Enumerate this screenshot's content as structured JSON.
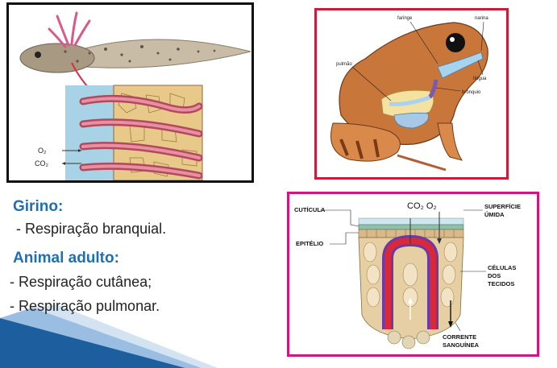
{
  "text": {
    "girino_heading": "Girino:",
    "girino_item": "- Respiração branquial.",
    "adulto_heading": "Animal adulto:",
    "adulto_items": [
      "- Respiração cutânea;",
      "- Respiração pulmonar."
    ]
  },
  "tadpole_diagram": {
    "labels": {
      "o2": "O₂",
      "co2": "CO₂"
    }
  },
  "frog_diagram": {
    "labels": {
      "faringe": "faringe",
      "narina": "narina",
      "pulmao": "pulmão",
      "lingua": "língua",
      "bronquio": "brônquio"
    }
  },
  "skin_diagram": {
    "labels": {
      "cuticula": "CUTÍCULA",
      "gases": "CO₂ O₂",
      "superficie": "SUPERFÍCIE",
      "umida": "ÚMIDA",
      "epitelio": "EPITÉLIO",
      "celulas": "CÉLULAS",
      "dos": "DOS",
      "tecidos": "TECIDOS",
      "corrente": "CORRENTE",
      "sanguinea": "SANGUÍNEA"
    }
  },
  "colors": {
    "heading": "#1f6fb5",
    "frog_border": "#c81e3c",
    "skin_border": "#d3157e",
    "corner_accent": "#1d5f9e"
  }
}
